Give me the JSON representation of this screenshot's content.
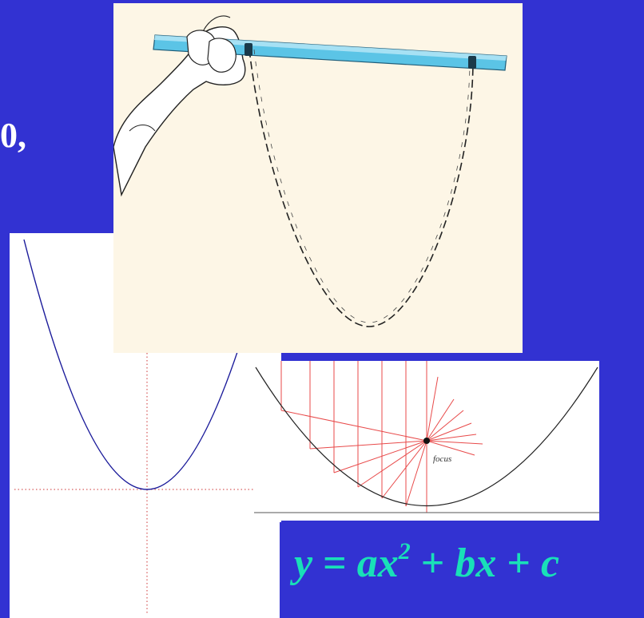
{
  "slide": {
    "fragment_text": "0,",
    "focus_label": "focus",
    "equation": {
      "y": "y",
      "eq": " = ",
      "a": "a",
      "x1": "x",
      "exp": "2",
      "plus1": " + ",
      "b": "b",
      "x2": "x",
      "plus2": " + ",
      "c": "c"
    }
  },
  "colors": {
    "background": "#3232d2",
    "equation_text": "#19e0b8",
    "parabola": "#1a1a9a",
    "reflection_lines": "#e84a4a",
    "ruler": "#5bc4e6"
  }
}
